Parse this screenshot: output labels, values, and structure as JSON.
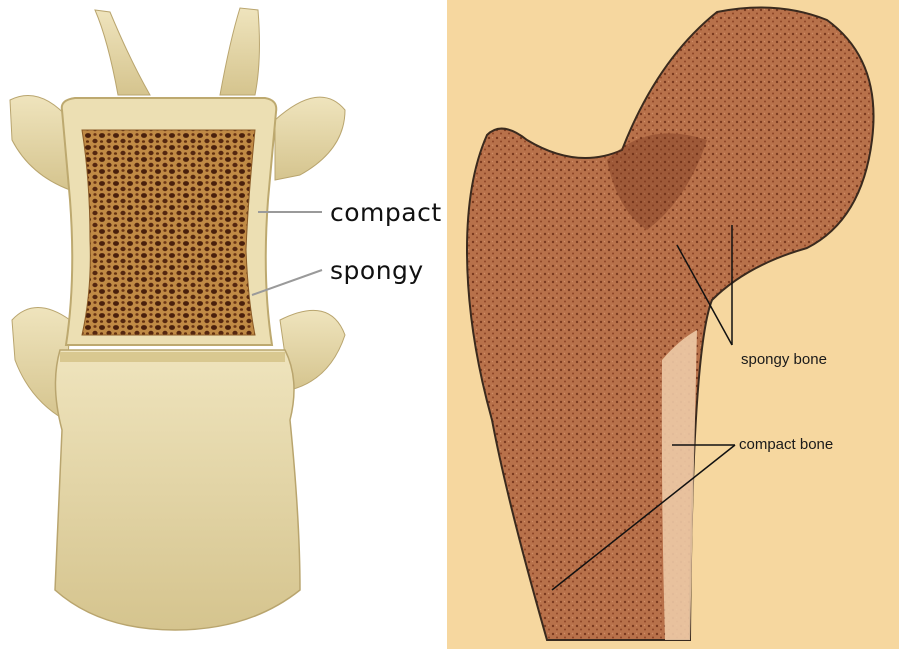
{
  "left_panel": {
    "subject": "vertebra cross-section",
    "labels": {
      "compact": "compact",
      "spongy": "spongy"
    },
    "colors": {
      "bone": "#e8dbb0",
      "trabecular_dark": "#5a2a10",
      "trabecular_light": "#d4a05e"
    }
  },
  "right_panel": {
    "subject": "femur head cross-section",
    "labels": {
      "spongy_bone": "spongy bone",
      "compact_bone": "compact bone"
    },
    "colors": {
      "background": "#f6d79f",
      "bone": "#c7865a",
      "cortex": "#e9c4a0"
    }
  }
}
